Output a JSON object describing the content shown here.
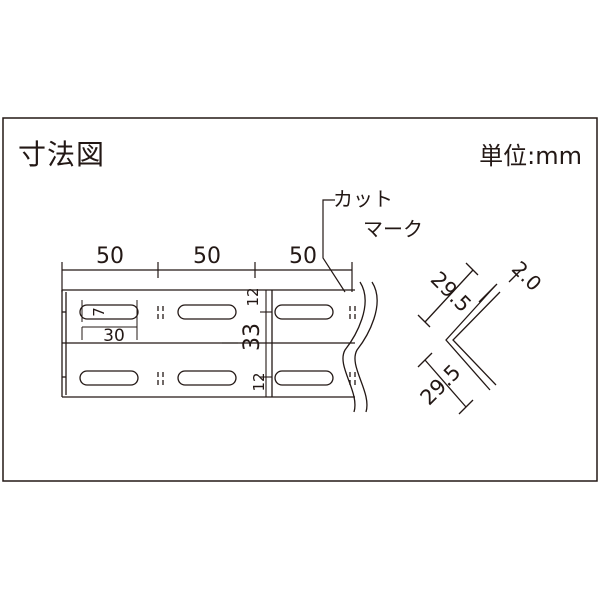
{
  "title": "寸法図",
  "unit": "単位:mm",
  "cut_mark_line1": "カット",
  "cut_mark_line2": "マーク",
  "dims": {
    "pitch_1": "50",
    "pitch_2": "50",
    "pitch_3": "50",
    "slot_width": "7",
    "slot_length": "30",
    "edge_top": "12",
    "hole_spacing": "33",
    "edge_bottom": "12",
    "leg_a": "29.5",
    "leg_b": "29.5",
    "thickness": "2.0"
  }
}
